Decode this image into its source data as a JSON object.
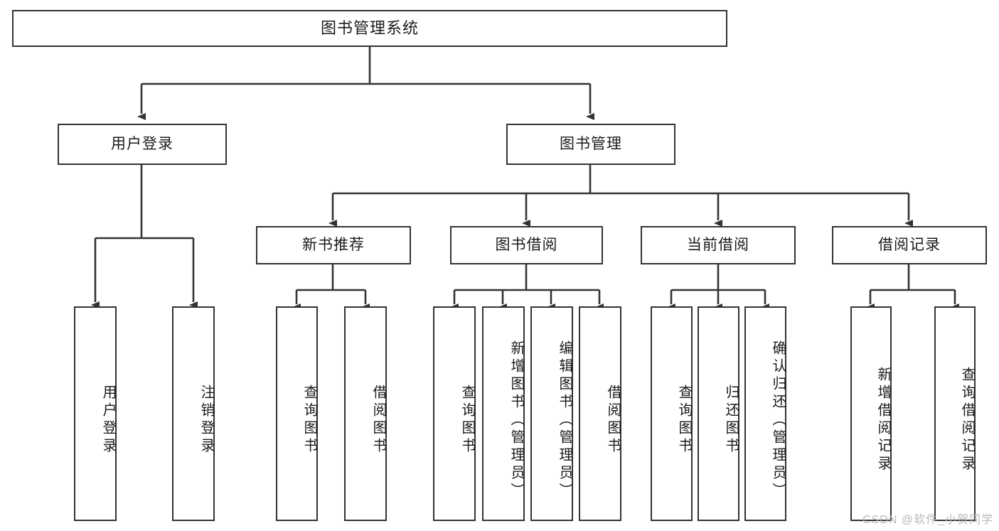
{
  "diagram": {
    "title": "图书管理系统",
    "type": "hierarchy-tree",
    "watermark": "CSDN @软件_小贺同学",
    "colors": {
      "background": "#ffffff",
      "box_border": "#333333",
      "box_fill": "#ffffff",
      "edge": "#333333",
      "text": "#1b1b1b",
      "watermark": "#b9b9b9"
    }
  },
  "nodes": {
    "root": {
      "label": "图书管理系统"
    },
    "level1": [
      {
        "label": "用户登录"
      },
      {
        "label": "图书管理"
      }
    ],
    "level2": [
      {
        "label": "新书推荐"
      },
      {
        "label": "图书借阅"
      },
      {
        "label": "当前借阅"
      },
      {
        "label": "借阅记录"
      }
    ],
    "leaves": {
      "user_login": [
        {
          "label": "用户登录"
        },
        {
          "label": "注销登录"
        }
      ],
      "new_book": [
        {
          "label": "查询图书"
        },
        {
          "label": "借阅图书"
        }
      ],
      "book_borrow": [
        {
          "label": "查询图书"
        },
        {
          "label": "新增图书（管理员）"
        },
        {
          "label": "编辑图书（管理员）"
        },
        {
          "label": "借阅图书"
        }
      ],
      "current_borrow": [
        {
          "label": "查询图书"
        },
        {
          "label": "归还图书"
        },
        {
          "label": "确认归还（管理员）"
        }
      ],
      "borrow_record": [
        {
          "label": "新增借阅记录"
        },
        {
          "label": "查询借阅记录"
        }
      ]
    }
  }
}
